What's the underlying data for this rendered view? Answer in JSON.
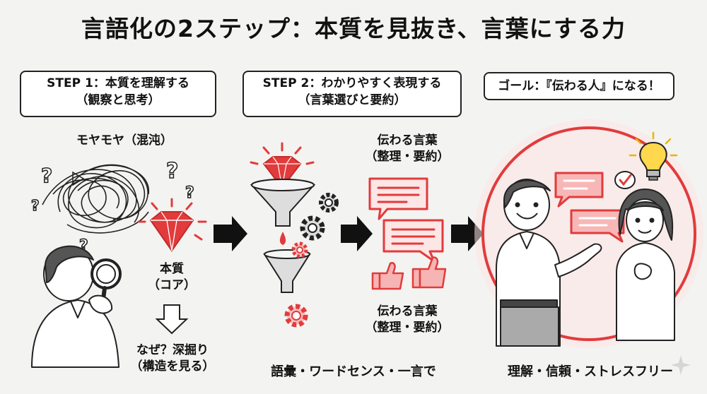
{
  "title": "言語化の2ステップ：本質を見抜き、言葉にする力",
  "steps": [
    {
      "line1": "STEP 1：本質を理解する",
      "line2": "（観察と思考）"
    },
    {
      "line1": "STEP 2：わかりやすく表現する",
      "line2": "（言葉選びと要約）"
    },
    {
      "line1": "ゴール：『伝わる人』になる！"
    }
  ],
  "step1": {
    "chaos_label": "モヤモヤ（混沌）",
    "core_line1": "本質",
    "core_line2": "（コア）",
    "dig_line1": "なぜ？深掘り",
    "dig_line2": "（構造を見る）"
  },
  "step2": {
    "words_top_line1": "伝わる言葉",
    "words_top_line2": "（整理・要約）",
    "words_bottom_line1": "伝わる言葉",
    "words_bottom_line2": "（整理・要約）",
    "footer": "語彙・ワードセンス・一言で"
  },
  "goal": {
    "footer": "理解・信頼・ストレスフリー"
  },
  "colors": {
    "accent": "#e23b3b",
    "accent_light": "#f6b4b4",
    "ink": "#222222"
  }
}
